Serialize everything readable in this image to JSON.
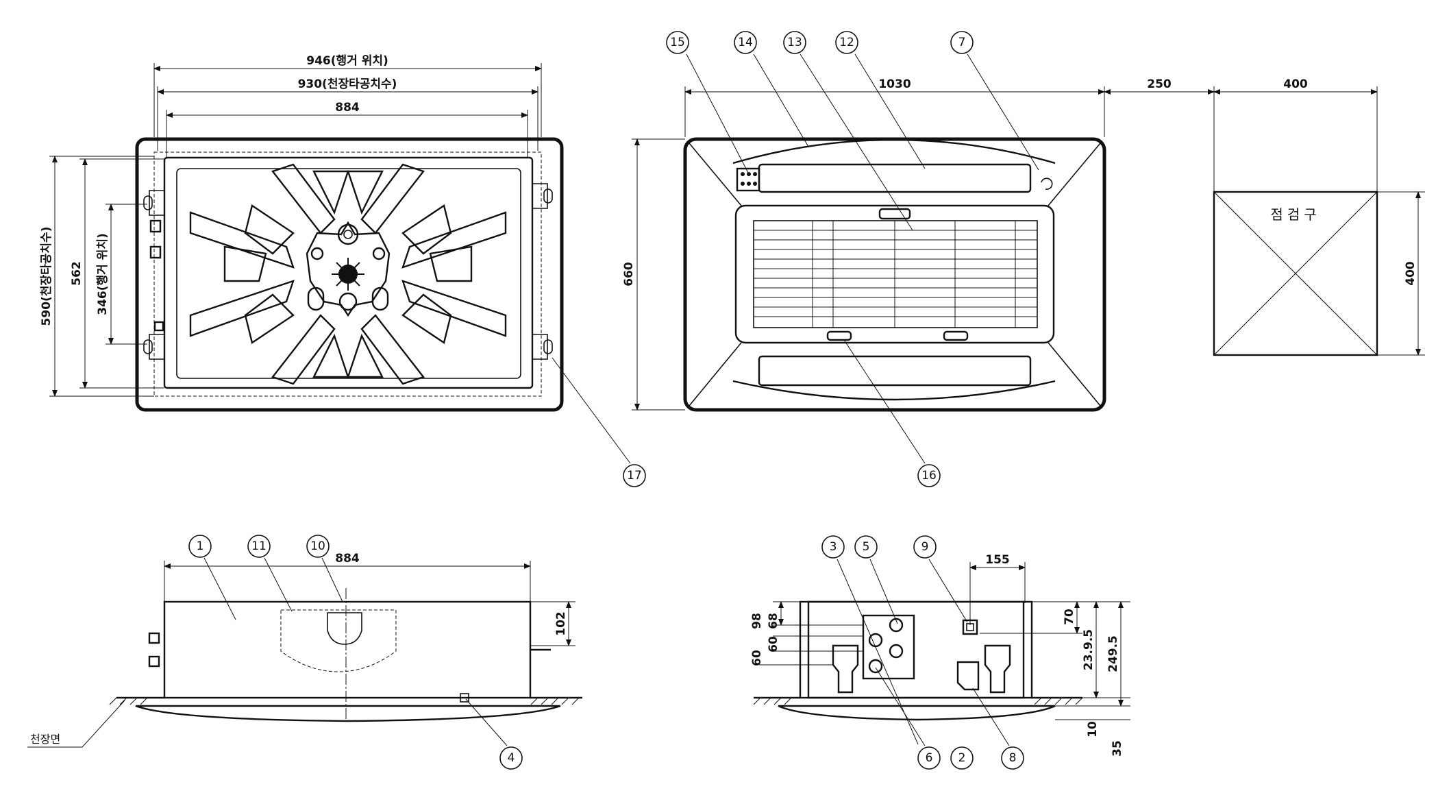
{
  "top_view": {
    "dim_hanger": "946(행거 위치)",
    "dim_ceiling_opening": "930(천장타공치수)",
    "dim_width": "884",
    "dim_depth_opening": "590(천장타공치수)",
    "dim_depth": "562",
    "dim_hanger_depth": "346(행거 위치)"
  },
  "panel_view": {
    "dim_width": "1030",
    "dim_height": "660",
    "dim_gap": "250"
  },
  "access_hole": {
    "label": "점검구",
    "dim_width": "400",
    "dim_height": "400"
  },
  "side_view": {
    "dim_width": "884",
    "dim_height": "102",
    "ceiling_label": "천장면"
  },
  "end_view": {
    "dim_155": "155",
    "dim_70": "70",
    "dim_98": "98",
    "dim_68": "68",
    "dim_60a": "60",
    "dim_60b": "60",
    "dim_239": "23.9.5",
    "dim_249": "249.5",
    "dim_10": "10",
    "dim_35": "35"
  },
  "callouts": [
    "1",
    "2",
    "3",
    "4",
    "5",
    "6",
    "7",
    "8",
    "9",
    "10",
    "11",
    "12",
    "13",
    "14",
    "15",
    "16",
    "17"
  ]
}
